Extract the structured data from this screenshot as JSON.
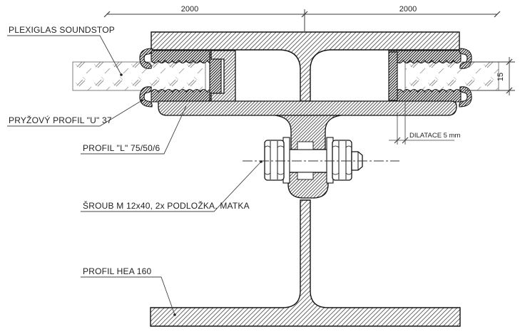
{
  "labels": {
    "plexiglas": "PLEXIGLAS SOUNDSTOP",
    "rubber_profile": "PRYŽOVÝ PROFIL \"U\" 37",
    "l_profile": "PROFIL \"L\" 75/50/6",
    "bolt": "ŠROUB M 12x40, 2x PODLOŽKA, MATKA",
    "hea_profile": "PROFIL HEA 160"
  },
  "dimensions": {
    "span_left": "2000",
    "span_right": "2000",
    "glass_thickness": "15",
    "expansion_gap": "DILATACE 5 mm"
  },
  "colors": {
    "line": "#141414",
    "text": "#1f1f1f",
    "background": "#ffffff"
  }
}
